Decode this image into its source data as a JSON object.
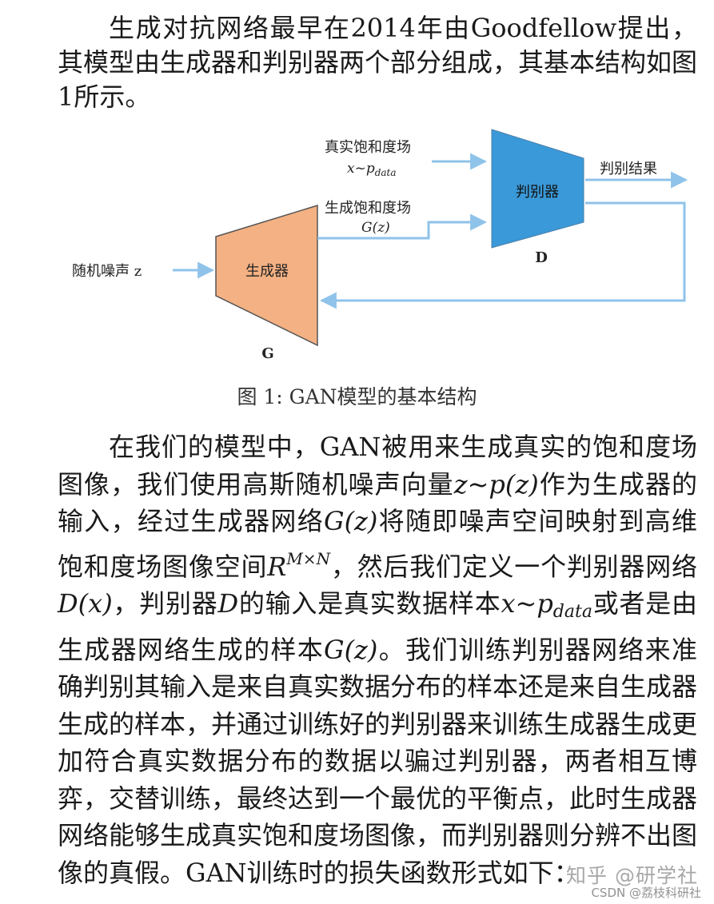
{
  "para1": "生成对抗网络最早在2014年由Goodfellow提出，其模型由生成器和判别器两个部分组成，其基本结构如图1所示。",
  "figure": {
    "input_label": "随机噪声 z",
    "generator_label": "生成器",
    "generator_letter": "G",
    "discriminator_label": "判别器",
    "discriminator_letter": "D",
    "real_label": "真实饱和度场",
    "real_math": "x~p",
    "real_math_sub": "data",
    "fake_label": "生成饱和度场",
    "fake_math": "G(z)",
    "output_label": "判别结果",
    "colors": {
      "generator": "#f4b183",
      "discriminator": "#3a99d8",
      "arrow": "#8fc3ea"
    }
  },
  "caption": "图 1: GAN模型的基本结构",
  "para2": {
    "t1": "在我们的模型中，GAN被用来生成真实的饱和度场图像，我们使用高斯随机噪声向量",
    "m1": "z~p(z)",
    "t2": "作为生成器的输入，经过生成器网络",
    "m2": "G(z)",
    "t3": "将随即噪声空间映射到高维饱和度场图像空间",
    "m3": "R",
    "m3_sup": "M×N",
    "t4": "，然后我们定义一个判别器网络",
    "m4": "D(x)",
    "t5": "，判别器",
    "m5": "D",
    "t6": "的输入是真实数据样本",
    "m6": "x~p",
    "m6_sub": "data",
    "t7": "或者是由生成器网络生成的样本",
    "m7": "G(z)",
    "t8": "。我们训练判别器网络来准确判别其输入是来自真实数据分布的样本还是来自生成器生成的样本，并通过训练好的判别器来训练生成器生成更加符合真实数据分布的数据以骗过判别器，两者相互博弈，交替训练，最终达到一个最优的平衡点，此时生成器网络能够生成真实饱和度场图像，而判别器则分辨不出图像的真假。GAN训练时的损失函数形式如下："
  },
  "watermark": "知乎 @研学社",
  "watermark2": "CSDN @荔枝科研社"
}
